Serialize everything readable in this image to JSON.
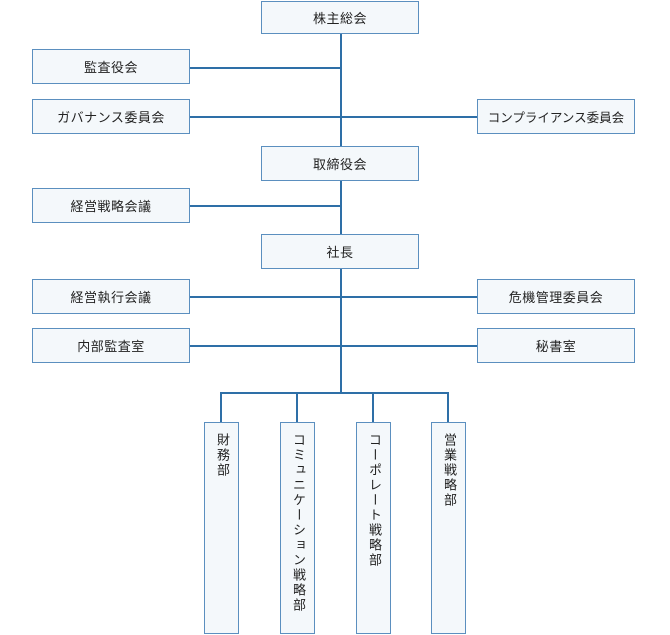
{
  "top": {
    "shareholders": "株主総会",
    "board": "取締役会",
    "president": "社長"
  },
  "left": {
    "auditors": "監査役会",
    "governance": "ガバナンス委員会",
    "strategy_meeting": "経営戦略会議",
    "exec_meeting": "経営執行会議",
    "internal_audit": "内部監査室"
  },
  "right": {
    "compliance": "コンプライアンス委員会",
    "risk": "危機管理委員会",
    "secretary": "秘書室"
  },
  "departments": [
    "財務部",
    "コミュニケーション戦略部",
    "コーポレート戦略部",
    "営業戦略部"
  ]
}
